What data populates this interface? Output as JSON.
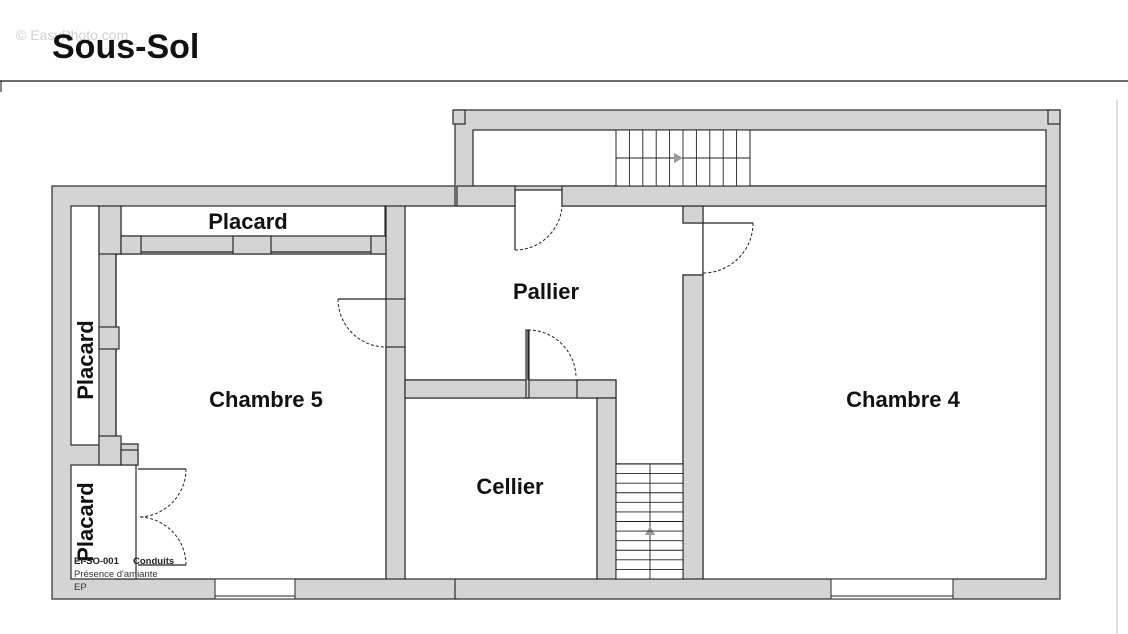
{
  "watermark": "© EasyPhoto.com",
  "title": "Sous-Sol",
  "rooms": {
    "placard_top": "Placard",
    "placard_left": "Placard",
    "placard_bottom": "Placard",
    "chambre5": "Chambre 5",
    "pallier": "Pallier",
    "cellier": "Cellier",
    "chambre4": "Chambre 4"
  },
  "annotation": {
    "code": "EI-SO-001",
    "label": "Conduits",
    "line2": "Présence d'amiante",
    "line3": "EP"
  },
  "colors": {
    "wall_fill": "#d4d4d4",
    "wall_stroke": "#2a2a2a",
    "floor": "#ffffff",
    "text": "#111111"
  }
}
